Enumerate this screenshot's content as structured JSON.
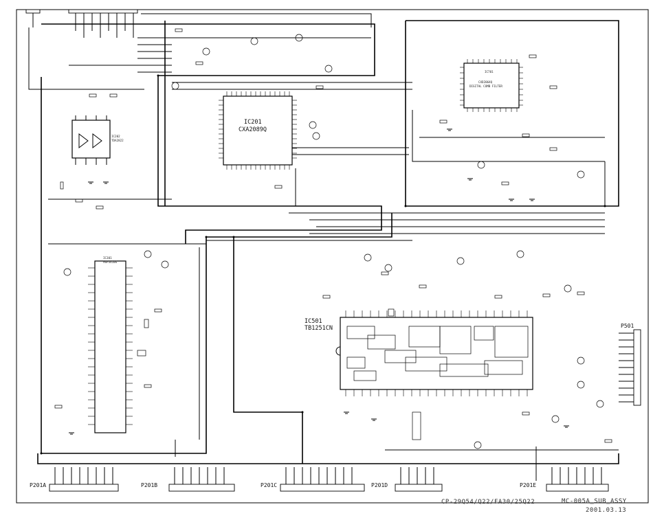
{
  "ic201": {
    "ref": "IC201",
    "part": "CXA2089Q"
  },
  "ic501": {
    "ref": "IC501",
    "part": "TB1251CN"
  },
  "ic701": {
    "ref": "IC701",
    "part": "CXD2064Q",
    "desc": "DIGITAL COMB FILTER"
  },
  "ic202": {
    "ref": "IC202",
    "part": "TDA2822"
  },
  "ic301": {
    "ref": "IC301",
    "part": "MSP3410G"
  },
  "connectors": {
    "p201a": "P201A",
    "p201b": "P201B",
    "p201c": "P201C",
    "p201d": "P201D",
    "p201e": "P201E",
    "p501": "P501"
  },
  "footer": {
    "models": "CP-29Q54/Q22/FA30/25Q22",
    "board": "MC-005A_SUB_ASSY",
    "date": "2001.03.13"
  }
}
